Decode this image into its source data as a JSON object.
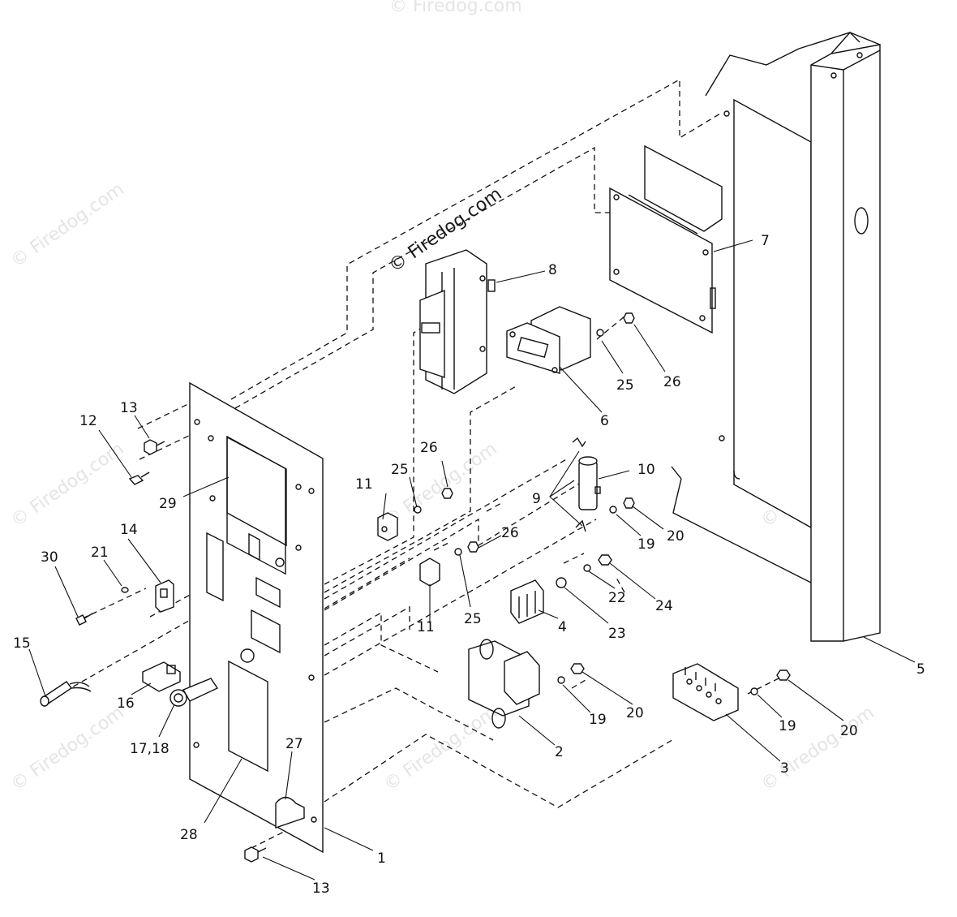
{
  "diagram": {
    "watermark_main": "© Firedog.com",
    "watermark_faint": "© Firedog.com",
    "callouts": {
      "c1": "1",
      "c2": "2",
      "c3": "3",
      "c4": "4",
      "c5": "5",
      "c6": "6",
      "c7": "7",
      "c8": "8",
      "c9": "9",
      "c10": "10",
      "c11a": "11",
      "c11b": "11",
      "c12": "12",
      "c13a": "13",
      "c13b": "13",
      "c14": "14",
      "c15": "15",
      "c16": "16",
      "c17_18": "17,18",
      "c19a": "19",
      "c19b": "19",
      "c19c": "19",
      "c20a": "20",
      "c20b": "20",
      "c20c": "20",
      "c21": "21",
      "c22": "22",
      "c23": "23",
      "c24": "24",
      "c25a": "25",
      "c25b": "25",
      "c25c": "25",
      "c26a": "26",
      "c26b": "26",
      "c26c": "26",
      "c27": "27",
      "c28": "28",
      "c29": "29",
      "c30": "30"
    }
  }
}
